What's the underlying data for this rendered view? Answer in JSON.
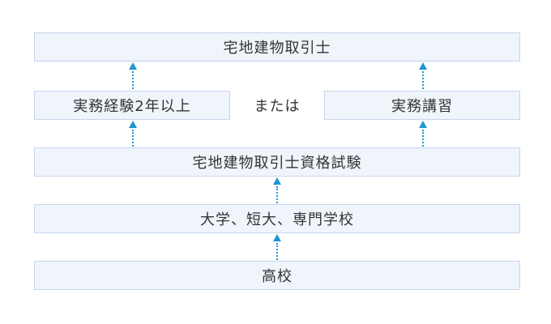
{
  "diagram": {
    "top_box": "宅地建物取引士",
    "experience_box": "実務経験2年以上",
    "or_label": "または",
    "training_box": "実務講習",
    "exam_box": "宅地建物取引士資格試験",
    "school_box": "大学、短大、専門学校",
    "highschool_box": "高校"
  },
  "colors": {
    "box_fill": "#f0f4fb",
    "box_border": "#c6d6ec",
    "arrow": "#1e96d4",
    "text": "#333333"
  }
}
